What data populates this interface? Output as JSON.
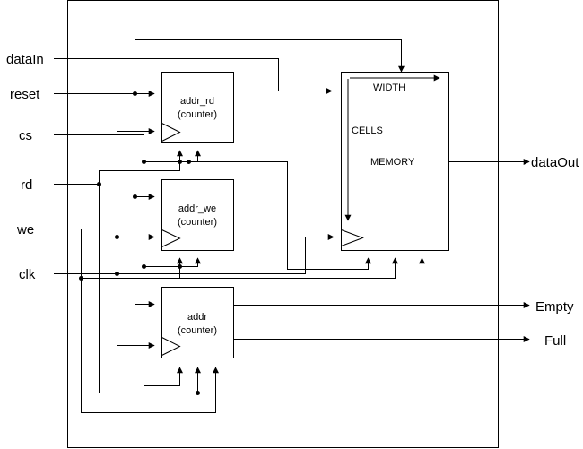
{
  "inputs": {
    "dataIn": "dataIn",
    "reset": "reset",
    "cs": "cs",
    "rd": "rd",
    "we": "we",
    "clk": "clk"
  },
  "outputs": {
    "dataOut": "dataOut",
    "empty": "Empty",
    "full": "Full"
  },
  "blocks": {
    "addr_rd": {
      "name": "addr_rd",
      "type": "(counter)"
    },
    "addr_we": {
      "name": "addr_we",
      "type": "(counter)"
    },
    "addr": {
      "name": "addr",
      "type": "(counter)"
    },
    "memory": {
      "name": "MEMORY",
      "width": "WIDTH",
      "cells": "CELLS"
    }
  }
}
